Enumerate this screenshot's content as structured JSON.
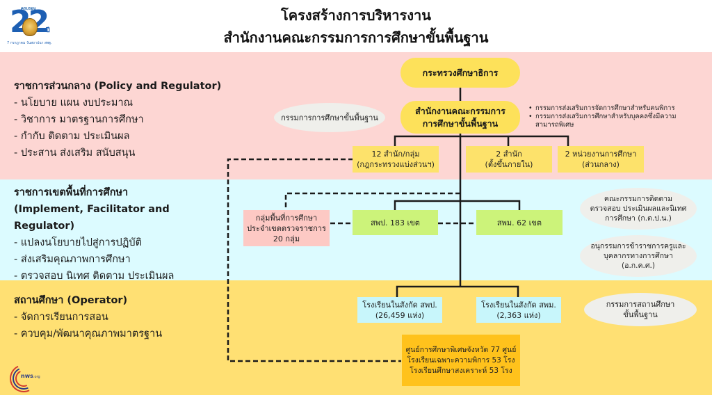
{
  "header": {
    "logo": {
      "top_text": "ครบรอบ",
      "number": "22",
      "suffix": "ปี",
      "caption": "7 กรกฎาคม วันสถาปนา สพฐ."
    },
    "title_line1": "โครงสร้างการบริหารงาน",
    "title_line2": "สำนักงานคณะกรรมการการศึกษาขั้นพื้นฐาน"
  },
  "colors": {
    "band_central": "#fdd6d3",
    "band_area": "#dcfbff",
    "band_school": "#ffe073",
    "pill_yellow": "#fde15a",
    "box_green": "#ccf37a",
    "box_cyan": "#c8f6fb",
    "box_orange": "#ffc21c",
    "ellipse_grey": "#efefeb"
  },
  "sections": {
    "central": {
      "heading": "ราชการส่วนกลาง (Policy and Regulator)",
      "items": [
        "- นโยบาย แผน งบประมาณ",
        "- วิชาการ มาตรฐานการศึกษา",
        "- กำกับ ติดตาม ประเมินผล",
        "- ประสาน ส่งเสริม สนับสนุน"
      ]
    },
    "area": {
      "heading_line1": "ราชการเขตพื้นที่การศึกษา",
      "heading_line2": "(Implement, Facilitator and",
      "heading_line3": "Regulator)",
      "items": [
        "- แปลงนโยบายไปสู่การปฏิบัติ",
        "- ส่งเสริมคุณภาพการศึกษา",
        "- ตรวจสอบ นิเทศ ติดตาม ประเมินผล"
      ]
    },
    "school": {
      "heading": "สถานศึกษา (Operator)",
      "items": [
        "- จัดการเรียนการสอน",
        "- ควบคุม/พัฒนาคุณภาพมาตรฐาน"
      ]
    }
  },
  "chart": {
    "ministry": "กระทรวงศึกษาธิการ",
    "obec_line1": "สำนักงานคณะกรรมการ",
    "obec_line2": "การศึกษาขั้นพื้นฐาน",
    "board_ellipse": "กรรมการการศึกษาขั้นพื้นฐาน",
    "committees": [
      "กรรมการส่งเสริมการจัดการศึกษาสำหรับคนพิการ",
      "กรรมการส่งเสริมการศึกษาสำหรับบุคคลซึ่งมีความสามารถพิเศษ"
    ],
    "central_units": [
      {
        "line1": "12 สำนัก/กลุ่ม",
        "line2": "(กฎกระทรวงแบ่งส่วนฯ)"
      },
      {
        "line1": "2 สำนัก",
        "line2": "(ตั้งขึ้นภายใน)"
      },
      {
        "line1": "2 หน่วยงานการศึกษา",
        "line2": "(ส่วนกลาง)"
      }
    ],
    "inspection_group": {
      "line1": "กลุ่มพื้นที่การศึกษา",
      "line2": "ประจำเขตตรวจราชการ",
      "line3": "20 กลุ่ม"
    },
    "primary_areas": "สพป. 183 เขต",
    "secondary_areas": "สพม. 62 เขต",
    "area_committees": [
      {
        "line1": "คณะกรรมการติดตาม",
        "line2": "ตรวจสอบ ประเมินผลและนิเทศ",
        "line3": "การศึกษา (ก.ต.ป.น.)"
      },
      {
        "line1": "อนุกรรมการข้าราชการครูและ",
        "line2": "บุคลากรทางการศึกษา",
        "line3": "(อ.ก.ค.ศ.)"
      }
    ],
    "primary_schools": {
      "line1": "โรงเรียนในสังกัด สพป.",
      "line2": "(26,459 แห่ง)"
    },
    "secondary_schools": {
      "line1": "โรงเรียนในสังกัด สพม.",
      "line2": "(2,363 แห่ง)"
    },
    "school_board": {
      "line1": "กรรมการสถานศึกษา",
      "line2": "ขั้นพื้นฐาน"
    },
    "special_education": {
      "line1": "ศูนย์การศึกษาพิเศษจังหวัด 77 ศูนย์",
      "line2": "โรงเรียนเฉพาะความพิการ 53 โรง",
      "line3": "โรงเรียนศึกษาสงเคราะห์ 53 โรง"
    }
  },
  "footer": {
    "nws_logo": "nws",
    "nws_logo_suffix": ".org"
  }
}
